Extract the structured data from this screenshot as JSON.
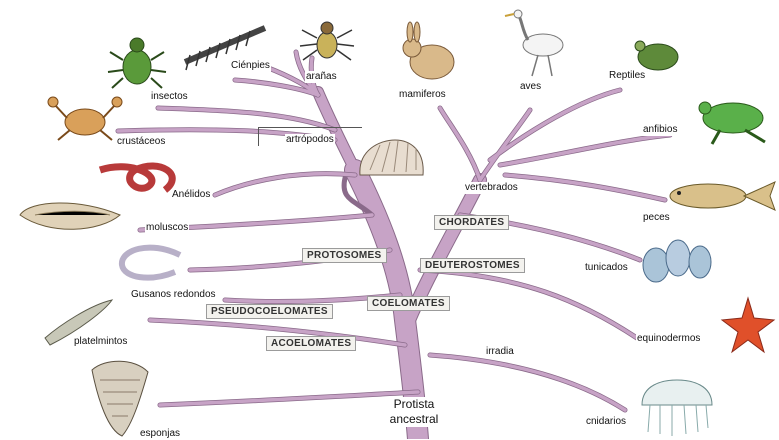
{
  "root": {
    "line1": "Protista",
    "line2": "ancestral"
  },
  "organisms": {
    "insectos": "insectos",
    "cienpies": "Ciénpies",
    "aranas": "arañas",
    "mamiferos": "mamiferos",
    "aves": "aves",
    "reptiles": "Reptiles",
    "crustaceos": "crustáceos",
    "artropodos": "artrópodos",
    "anfibios": "anfibios",
    "anelidos": "Anélidos",
    "vertebrados": "vertebrados",
    "moluscos": "moluscos",
    "peces": "peces",
    "tunicados": "tunicados",
    "gusanos": "Gusanos redondos",
    "platelmintos": "platelmintos",
    "equinodermos": "equinodermos",
    "irradia": "irradia",
    "esponjas": "esponjas",
    "cnidarios": "cnidarios"
  },
  "groups": {
    "chordates": "CHORDATES",
    "protosomes": "PROTOSOMES",
    "deuterostomes": "DEUTEROSTOMES",
    "pseudocoelomates": "PSEUDOCOELOMATES",
    "coelomates": "COELOMATES",
    "acoelomates": "ACOELOMATES"
  },
  "colors": {
    "branch": "#c7a3c6",
    "branch_edge": "#8a6a8a",
    "box_bg": "#f3f2ee"
  }
}
